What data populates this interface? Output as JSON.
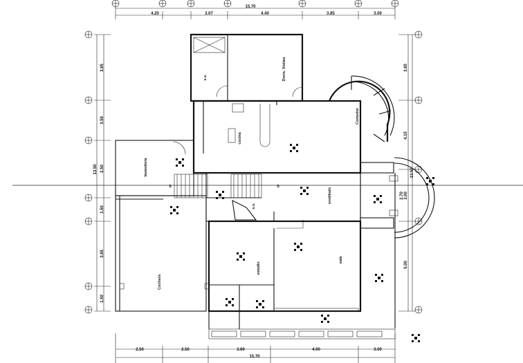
{
  "dimensions": {
    "top": [
      "4.20",
      "3.07",
      "4.40",
      "3.85",
      "3.00"
    ],
    "top_total": "15.70",
    "bottom": [
      "2.50",
      "2.50",
      "3.60",
      "4.00",
      "3.00"
    ],
    "bottom_total": "15.70",
    "left": [
      "3.65",
      "3.50",
      "2.50",
      "1.50",
      "3.65",
      "1.50"
    ],
    "left_total": "13.50",
    "right": [
      "3.65",
      "4.15",
      "3.00",
      "2.70",
      "5.00"
    ],
    "right_total": "13.50"
  },
  "rooms": {
    "dorm_visitas": "Dorm. Visitas",
    "bano": "s.s.",
    "cocina": "cocina",
    "comedor": "Comedor",
    "lavanderia": "lavandería",
    "vestibulo": "vestíbulo",
    "estudio": "estudio",
    "sala": "sala",
    "cochera": "Cochera",
    "bano2": "s.s.",
    "up_mark": "S"
  }
}
